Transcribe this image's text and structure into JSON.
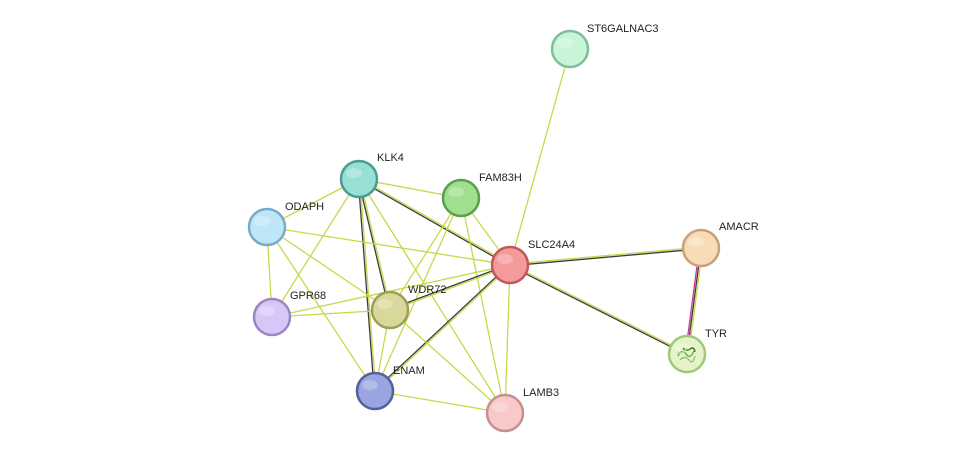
{
  "network": {
    "nodes": [
      {
        "id": "ST6GALNAC3",
        "label": "ST6GALNAC3",
        "fill": "#c8f5d8",
        "stroke": "#7fbf95",
        "icon": "none"
      },
      {
        "id": "KLK4",
        "label": "KLK4",
        "fill": "#98e0d6",
        "stroke": "#4a9c90",
        "icon": "none"
      },
      {
        "id": "FAM83H",
        "label": "FAM83H",
        "fill": "#a0df90",
        "stroke": "#5aa04a",
        "icon": "none"
      },
      {
        "id": "ODAPH",
        "label": "ODAPH",
        "fill": "#bfe6f8",
        "stroke": "#7aaac8",
        "icon": "none"
      },
      {
        "id": "SLC24A4",
        "label": "SLC24A4",
        "fill": "#f59a9a",
        "stroke": "#c05858",
        "icon": "none"
      },
      {
        "id": "AMACR",
        "label": "AMACR",
        "fill": "#f8dcb8",
        "stroke": "#c8a07a",
        "icon": "none"
      },
      {
        "id": "GPR68",
        "label": "GPR68",
        "fill": "#d8c6f8",
        "stroke": "#9a86c0",
        "icon": "none"
      },
      {
        "id": "WDR72",
        "label": "WDR72",
        "fill": "#d8d89a",
        "stroke": "#9e9e5a",
        "icon": "none"
      },
      {
        "id": "TYR",
        "label": "TYR",
        "fill": "#e4f4c8",
        "stroke": "#a0c878",
        "icon": "protein-structure-icon"
      },
      {
        "id": "ENAM",
        "label": "ENAM",
        "fill": "#9aa4e0",
        "stroke": "#555e9e",
        "icon": "none"
      },
      {
        "id": "LAMB3",
        "label": "LAMB3",
        "fill": "#f7c9c9",
        "stroke": "#c49090",
        "icon": "none"
      }
    ],
    "edges": [
      {
        "source": "ST6GALNAC3",
        "target": "SLC24A4",
        "dark": false,
        "magenta": false
      },
      {
        "source": "KLK4",
        "target": "FAM83H",
        "dark": false,
        "magenta": false
      },
      {
        "source": "KLK4",
        "target": "SLC24A4",
        "dark": true,
        "magenta": false
      },
      {
        "source": "KLK4",
        "target": "WDR72",
        "dark": true,
        "magenta": false
      },
      {
        "source": "KLK4",
        "target": "ENAM",
        "dark": true,
        "magenta": false
      },
      {
        "source": "KLK4",
        "target": "GPR68",
        "dark": false,
        "magenta": false
      },
      {
        "source": "KLK4",
        "target": "LAMB3",
        "dark": false,
        "magenta": false
      },
      {
        "source": "KLK4",
        "target": "ODAPH",
        "dark": false,
        "magenta": false
      },
      {
        "source": "FAM83H",
        "target": "SLC24A4",
        "dark": false,
        "magenta": false
      },
      {
        "source": "FAM83H",
        "target": "WDR72",
        "dark": false,
        "magenta": false
      },
      {
        "source": "FAM83H",
        "target": "ENAM",
        "dark": false,
        "magenta": false
      },
      {
        "source": "FAM83H",
        "target": "LAMB3",
        "dark": false,
        "magenta": false
      },
      {
        "source": "ODAPH",
        "target": "SLC24A4",
        "dark": false,
        "magenta": false
      },
      {
        "source": "ODAPH",
        "target": "GPR68",
        "dark": false,
        "magenta": false
      },
      {
        "source": "ODAPH",
        "target": "WDR72",
        "dark": false,
        "magenta": false
      },
      {
        "source": "ODAPH",
        "target": "ENAM",
        "dark": false,
        "magenta": false
      },
      {
        "source": "SLC24A4",
        "target": "AMACR",
        "dark": true,
        "magenta": false
      },
      {
        "source": "SLC24A4",
        "target": "TYR",
        "dark": true,
        "magenta": false
      },
      {
        "source": "SLC24A4",
        "target": "WDR72",
        "dark": true,
        "magenta": false
      },
      {
        "source": "SLC24A4",
        "target": "ENAM",
        "dark": true,
        "magenta": false
      },
      {
        "source": "SLC24A4",
        "target": "GPR68",
        "dark": false,
        "magenta": false
      },
      {
        "source": "SLC24A4",
        "target": "LAMB3",
        "dark": false,
        "magenta": false
      },
      {
        "source": "AMACR",
        "target": "TYR",
        "dark": true,
        "magenta": true
      },
      {
        "source": "GPR68",
        "target": "WDR72",
        "dark": false,
        "magenta": false
      },
      {
        "source": "WDR72",
        "target": "ENAM",
        "dark": false,
        "magenta": false
      },
      {
        "source": "WDR72",
        "target": "LAMB3",
        "dark": false,
        "magenta": false
      },
      {
        "source": "ENAM",
        "target": "LAMB3",
        "dark": false,
        "magenta": false
      }
    ]
  },
  "colors": {
    "edge_light": "#c6d94a",
    "edge_dark": "#3c3c3c",
    "edge_magenta": "#cc3399",
    "label_text": "#222222",
    "background": "#ffffff"
  }
}
